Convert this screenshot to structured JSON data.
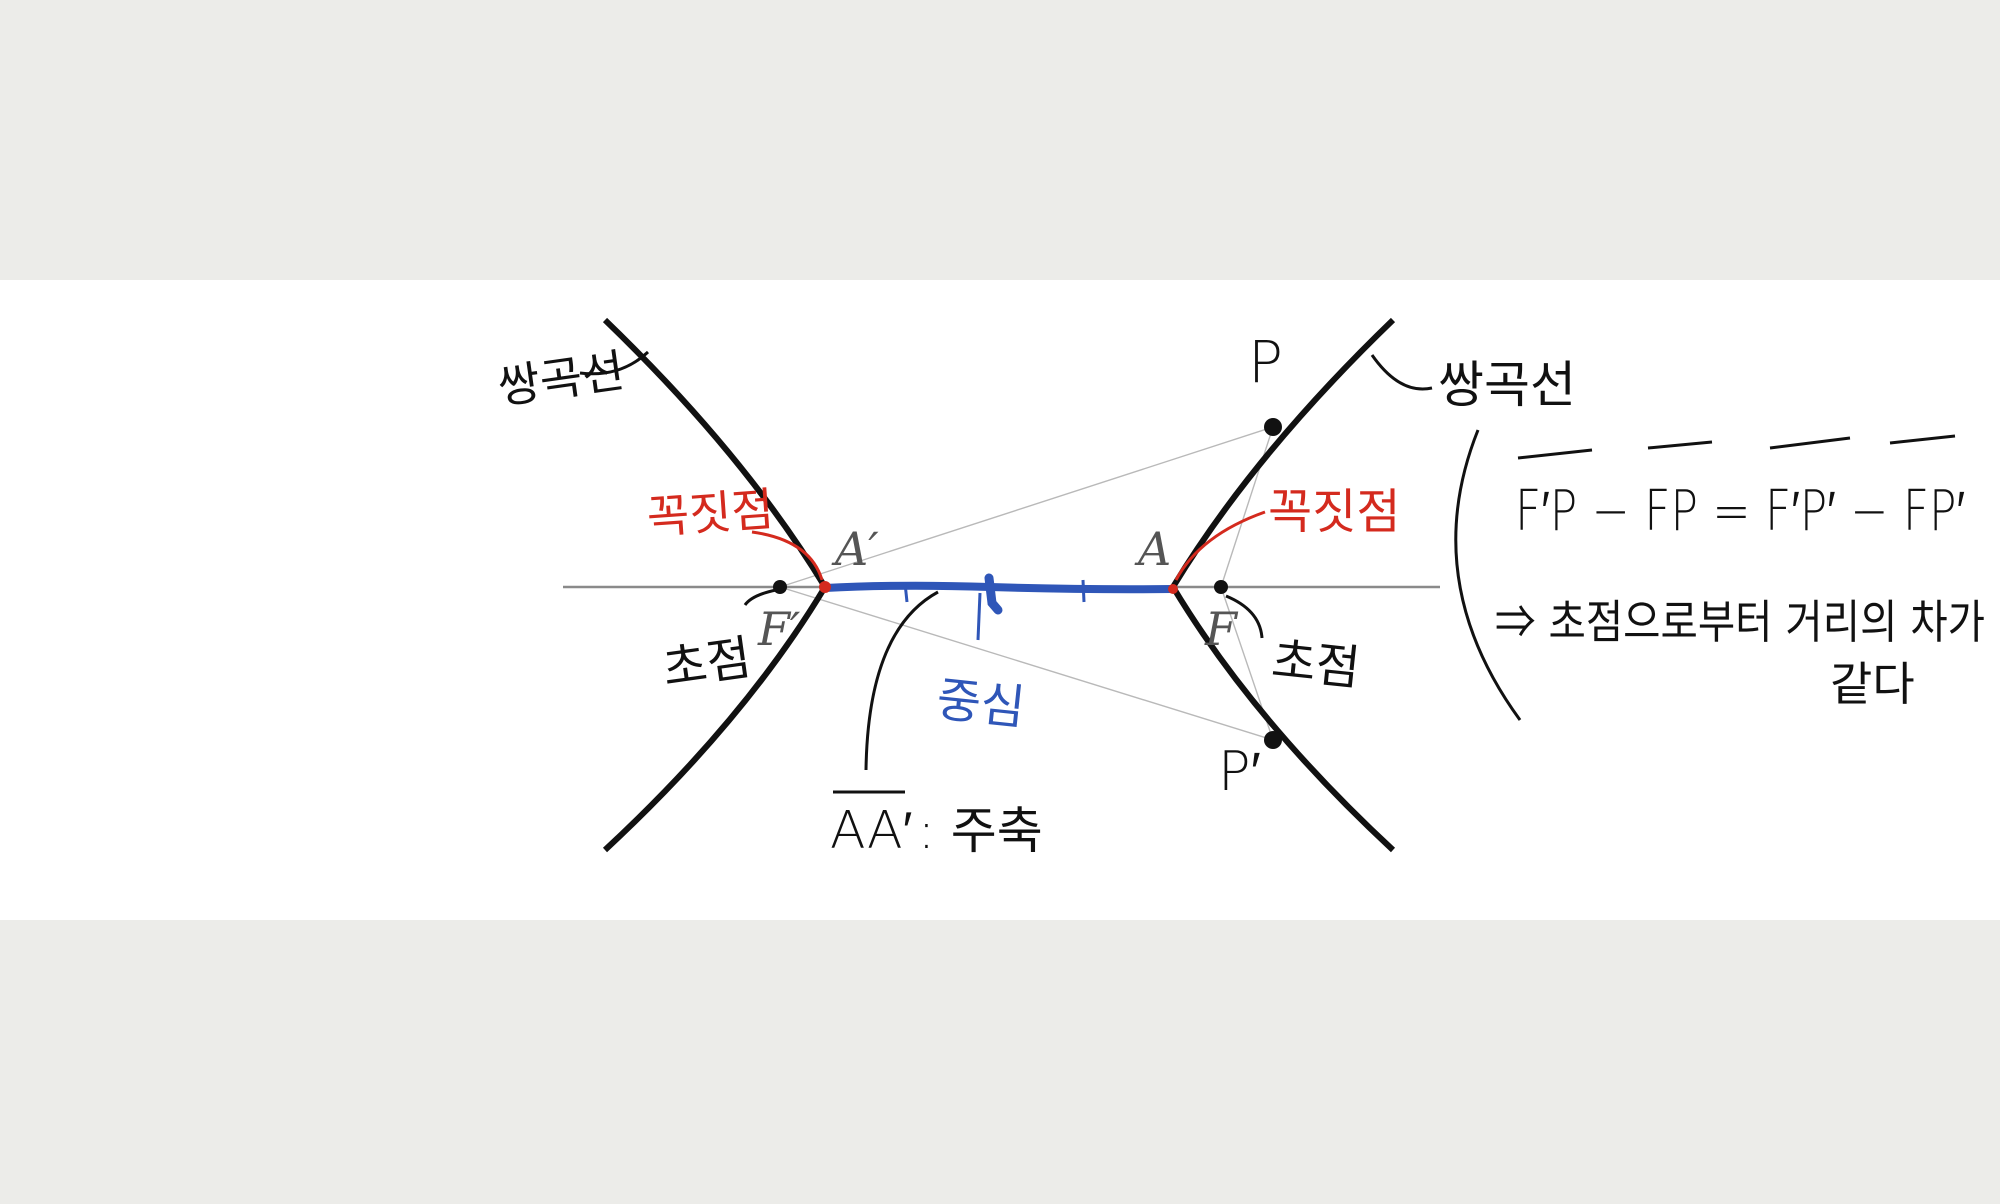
{
  "colors": {
    "margin_gray": "#ecece9",
    "panel_white": "#ffffff",
    "curve_black": "#111111",
    "axis_gray": "#8a8a8a",
    "guide_gray": "#b5b5b5",
    "annotation_red": "#d42a1e",
    "annotation_blue": "#2f56b8",
    "ink_black": "#111111"
  },
  "labels": {
    "vertex_right": "A",
    "vertex_left": "A′",
    "focus_right": "F",
    "focus_left": "F′",
    "point_p": "P",
    "point_p_prime": "P′",
    "left_branch_note": "쌍곡선",
    "right_branch_note": "쌍곡선",
    "vertex_note_left": "꼭짓점",
    "vertex_note_right": "꼭짓점",
    "focus_note_left": "초점",
    "focus_note_right": "초점",
    "center_note": "중심",
    "major_axis_segment": "AA′",
    "major_axis_note": ": 주축"
  },
  "formula": {
    "equation": "F′P − FP = F′P′ − FP′",
    "explanation_line1": "⇒ 초점으로부터 거리의 차가",
    "explanation_line2": "같다"
  }
}
